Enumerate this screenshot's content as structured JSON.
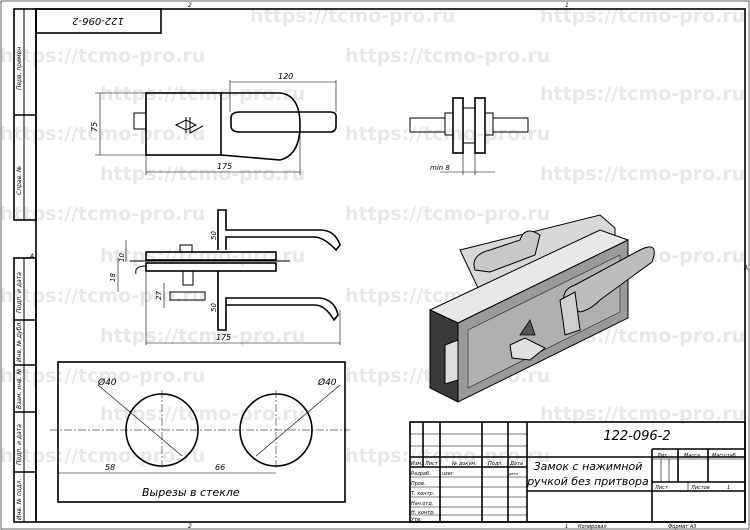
{
  "watermark": "https://tcmo-pro.ru",
  "sheet_zone_top_left": "2",
  "sheet_zone_top_right": "1",
  "sheet_zone_side": "A",
  "rotated_designation": "122-096-2",
  "side_stamps": [
    "Перв. примен",
    "Справ. №",
    "Подп. и дата",
    "Инв. № дубл.",
    "Взам. инв. №",
    "Подп. и дата",
    "Инв. № подл."
  ],
  "dimensions": {
    "top_width": "120",
    "top_height": "75",
    "top_length": "175",
    "side_min": "min 8",
    "front_10": "10",
    "front_18": "18",
    "front_27": "27",
    "front_50_top": "50",
    "front_50_bottom": "50",
    "front_length": "175",
    "hole_left": "Ø40",
    "hole_right": "Ø40",
    "cut_58": "58",
    "cut_66": "66"
  },
  "cutout_caption": "Вырезы в стекле",
  "title_block": {
    "designation": "122-096-2",
    "name_line1": "Замок с нажимной",
    "name_line2": "ручкой без притвора",
    "col_headers": [
      "Изм.",
      "Лист",
      "№ докум.",
      "Подп.",
      "Дата"
    ],
    "rows": [
      "Разраб.",
      "Пров.",
      "Т. контр.",
      "Нач.отд.",
      "Н. контр.",
      "Утв."
    ],
    "developer": "user",
    "date": "дата",
    "lit": "Лит.",
    "mass": "Масса",
    "scale": "Масштаб",
    "sheet": "Лист",
    "sheets": "Листов",
    "sheets_count": "1",
    "copied": "Копировал",
    "copied_num": "1",
    "format": "Формат А3"
  }
}
